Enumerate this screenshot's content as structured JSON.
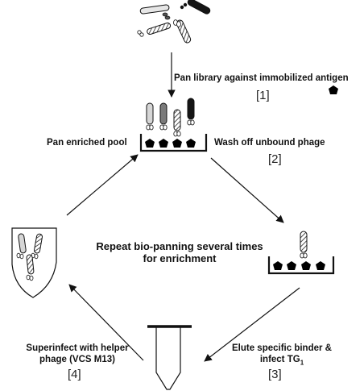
{
  "labels": {
    "step1_text": "Pan library against immobilized antigen",
    "step1_num": "[1]",
    "step2_text": "Wash off unbound phage",
    "step2_num": "[2]",
    "pan_enriched": "Pan enriched pool",
    "repeat_line1": "Repeat bio-panning several times",
    "repeat_line2": "for enrichment",
    "elute_line1": "Elute specific binder &",
    "elute_line2_main": "infect TG",
    "elute_line2_sub": "1",
    "step3_num": "[3]",
    "superinfect_line1": "Superinfect with helper",
    "superinfect_line2": "phage (VCS M13)",
    "step4_num": "[4]"
  },
  "colors": {
    "ink": "#111111",
    "phage_light": "#d6d6d6",
    "phage_mid": "#7a7a7a",
    "phage_dark": "#151515",
    "antigen": "#000000"
  }
}
